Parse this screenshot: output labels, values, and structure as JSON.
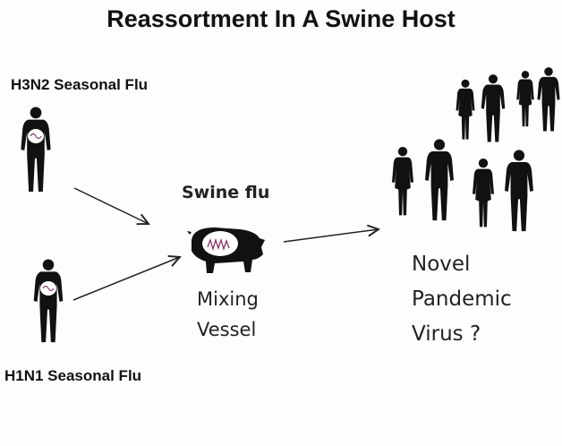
{
  "title": "Reassortment In A Swine Host",
  "sources": [
    {
      "label": "H3N2 Seasonal Flu"
    },
    {
      "label": "H1N1 Seasonal Flu"
    }
  ],
  "host": {
    "label": "Swine flu",
    "caption_line1": "Mixing",
    "caption_line2": "Vessel"
  },
  "outcome": {
    "line1": "Novel",
    "line2": "Pandemic",
    "line3": "Virus ?"
  },
  "colors": {
    "silhouette": "#111111",
    "virus": "#8a2f6b"
  }
}
